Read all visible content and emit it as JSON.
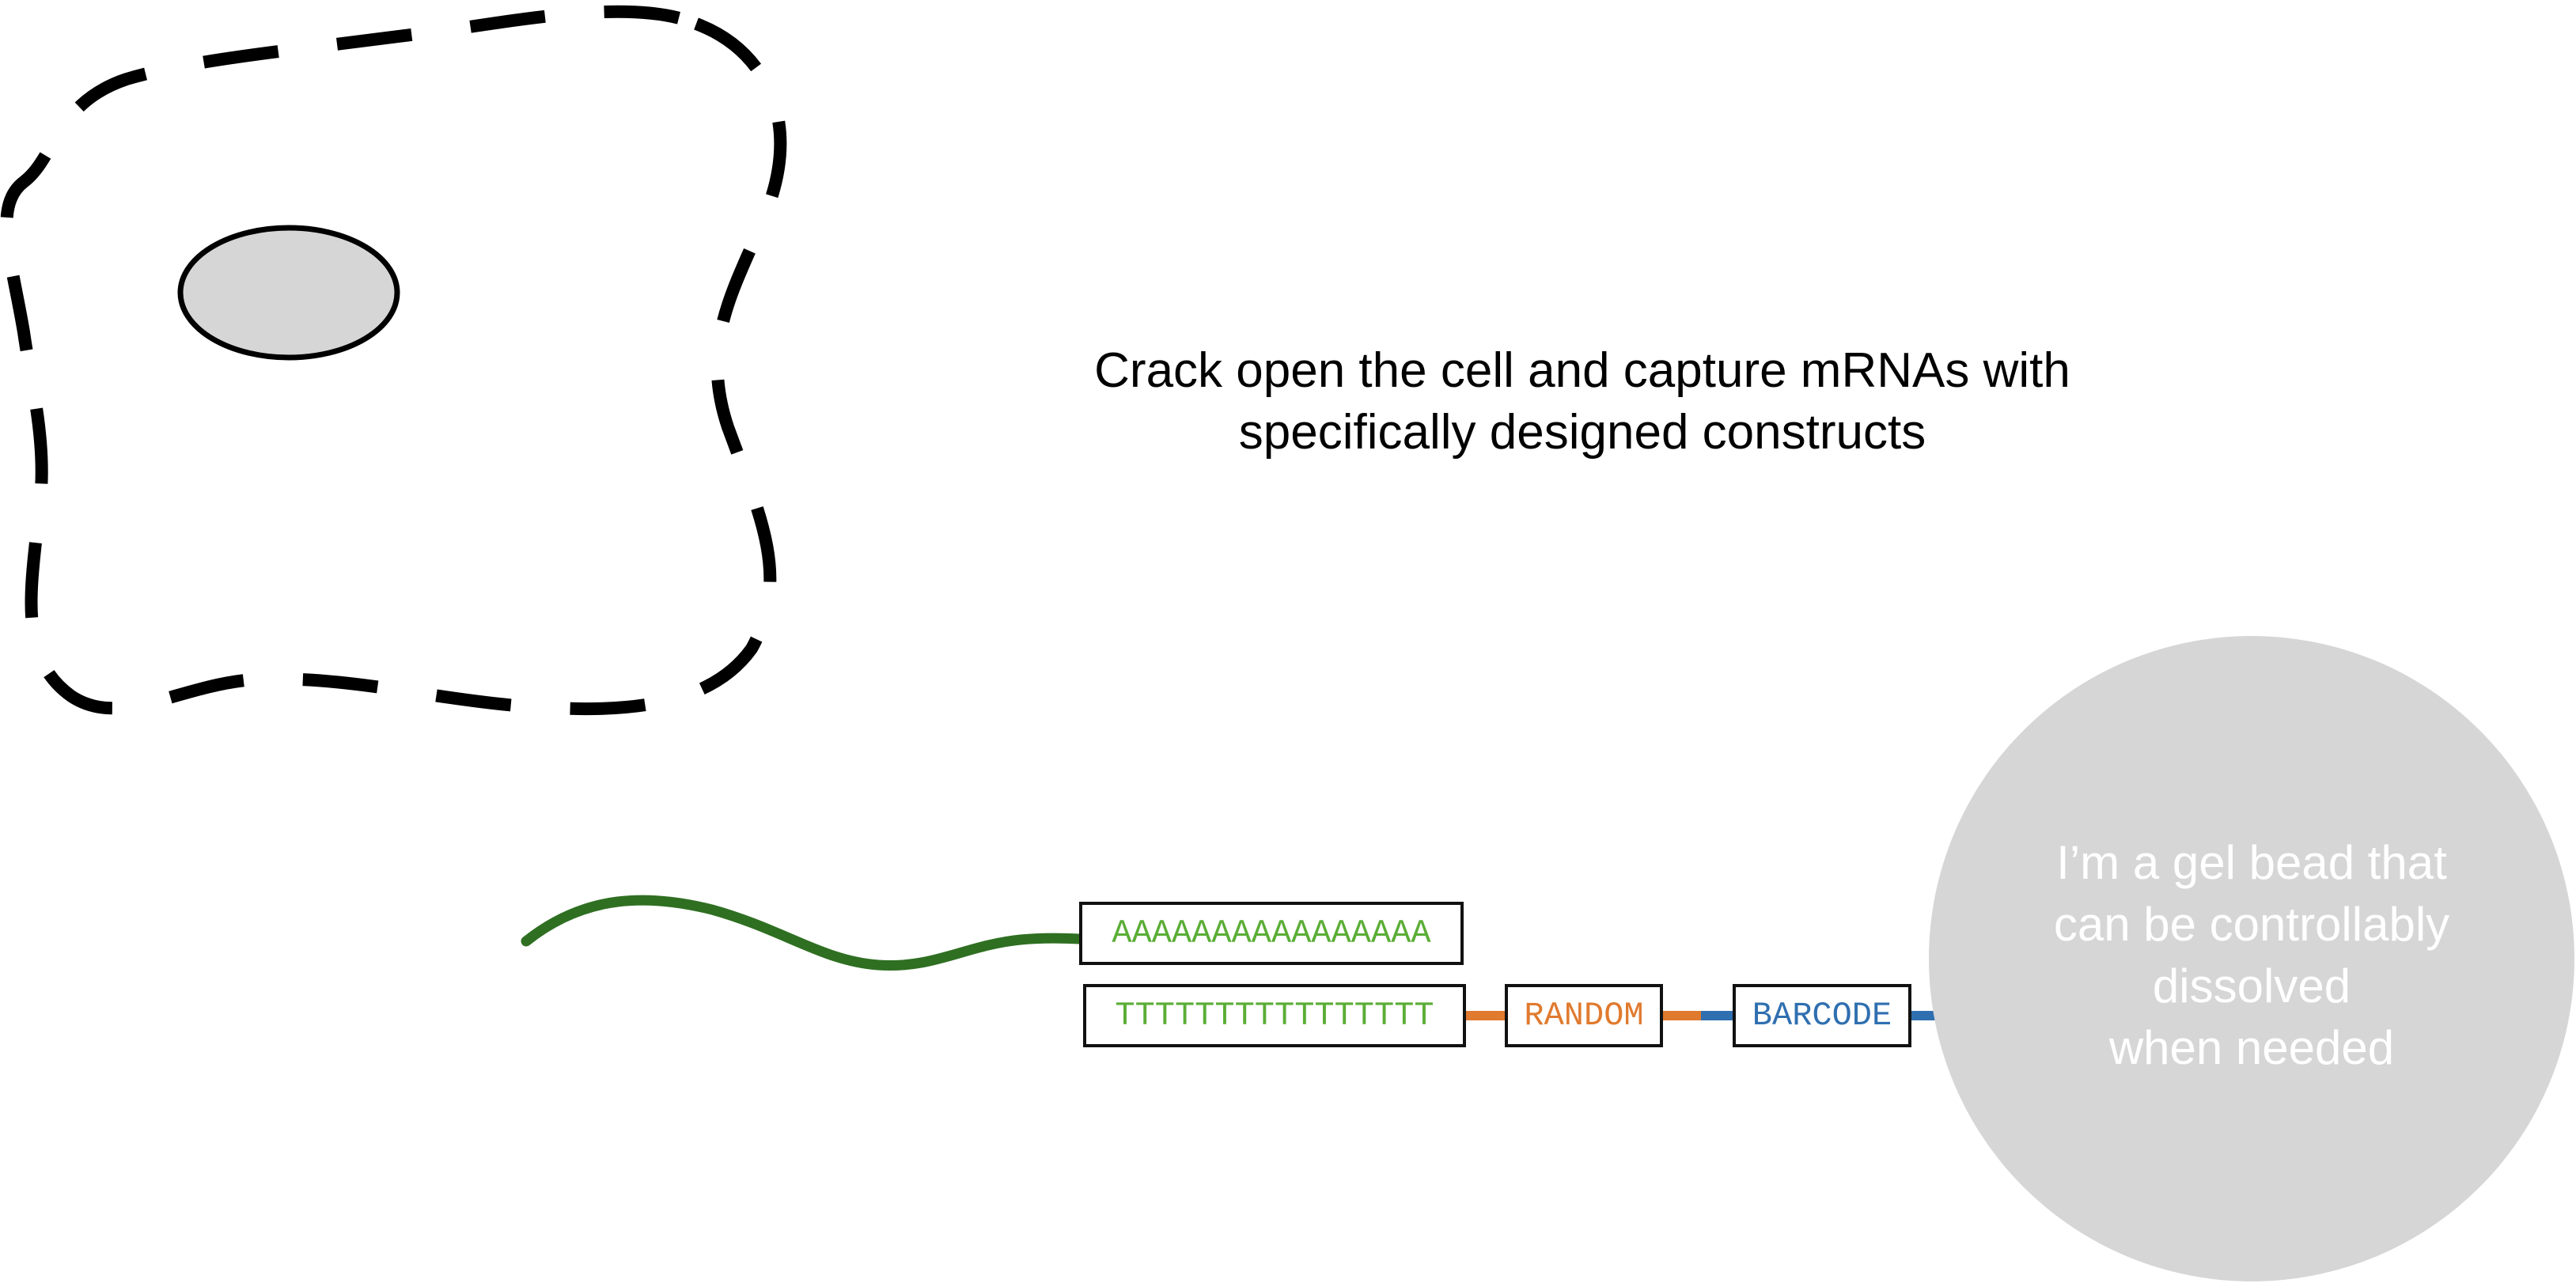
{
  "caption": {
    "line1": "Crack open the cell and capture mRNAs with",
    "line2": "specifically designed constructs"
  },
  "sequences": {
    "poly_a": "AAAAAAAAAAAAAAAA",
    "poly_t": "TTTTTTTTTTTTTTTT",
    "random": "RANDOM",
    "barcode": "BARCODE"
  },
  "bead": {
    "line1": "I’m a gel bead that",
    "line2": "can be controllably",
    "line3": "dissolved",
    "line4": "when needed"
  },
  "colors": {
    "cell_outline": "#000000",
    "nucleus_fill": "#d6d6d6",
    "mrna_strand": "#2f6f22",
    "poly_text": "#5aad35",
    "random": "#e07a2e",
    "barcode": "#2f6fb0",
    "bead_fill": "#d6d6d6",
    "bead_text": "#ffffff"
  }
}
